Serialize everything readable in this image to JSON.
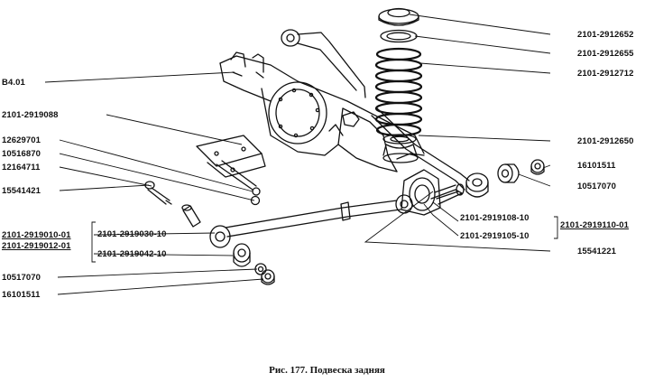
{
  "labels": {
    "l_b401": "B4.01",
    "l_2919088": "2101-2919088",
    "l_12629701": "12629701",
    "l_10516870": "10516870",
    "l_12164711": "12164711",
    "l_15541421": "15541421",
    "l_2919010": "2101-2919010-01",
    "l_2919012": "2101-2919012-01",
    "l_2919030": "2101-2919030-10",
    "l_2919042": "2101-2919042-10",
    "l_10517070_left": "10517070",
    "l_16101511_left": "16101511",
    "l_2912652": "2101-2912652",
    "l_2912655": "2101-2912655",
    "l_2912712": "2101-2912712",
    "l_2912650": "2101-2912650",
    "l_16101511_right": "16101511",
    "l_10517070_right": "10517070",
    "l_2919108": "2101-2919108-10",
    "l_2919110": "2101-2919110-01",
    "l_2919105": "2101-2919105-10",
    "l_15541221": "15541221"
  },
  "caption": "Рис. 177. Подвеска задняя"
}
